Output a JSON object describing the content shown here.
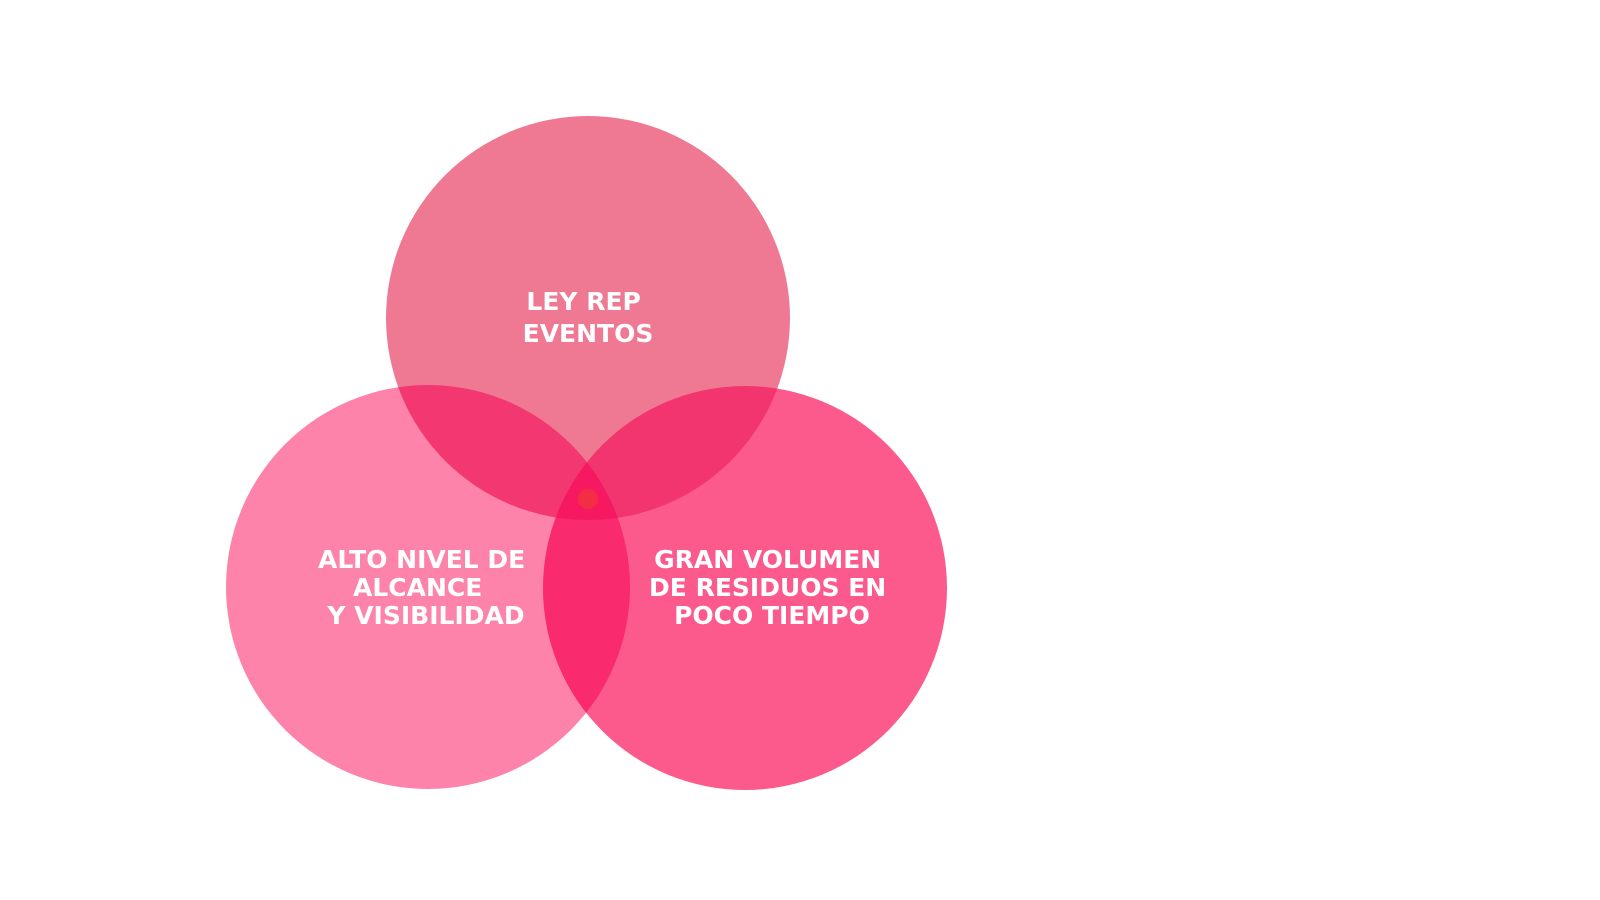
{
  "venn": {
    "circles": [
      {
        "id": "top",
        "lines": [
          "LEY REP",
          "EVENTOS"
        ],
        "color": "#ec6281",
        "opacity": 0.86
      },
      {
        "id": "left",
        "lines": [
          "ALTO NIVEL DE",
          "ALCANCE",
          "Y VISIBILIDAD"
        ],
        "color": "#fd6f9c",
        "opacity": 0.86
      },
      {
        "id": "right",
        "lines": [
          "GRAN VOLUMEN",
          "DE RESIDUOS EN",
          "POCO TIEMPO"
        ],
        "color": "#fb3f7a",
        "opacity": 0.86
      }
    ],
    "center_dot_color": "#f2323f",
    "overlap_tint": "#f5135e"
  }
}
